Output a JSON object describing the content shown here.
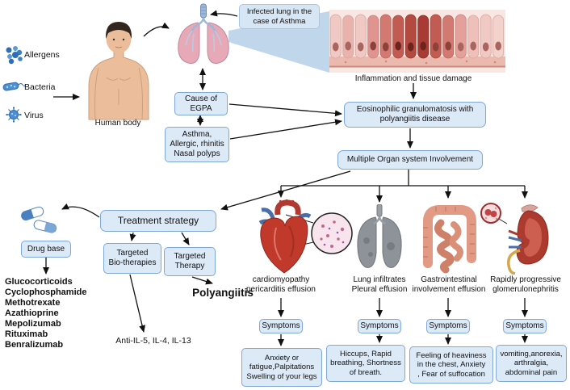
{
  "colors": {
    "box_bg": "#dce9f7",
    "box_border": "#7fa8d9",
    "cone_blue": "#aac8e4",
    "heart_red": "#c0392b",
    "kidney_red": "#ad3a2e",
    "vein_blue": "#4a6fa8"
  },
  "legend": {
    "items": [
      {
        "label": "Allergens",
        "icon": "allergens-icon"
      },
      {
        "label": "Bacteria",
        "icon": "bacteria-icon"
      },
      {
        "label": "Virus",
        "icon": "virus-icon"
      }
    ]
  },
  "top": {
    "human_body_label": "Human body",
    "lung_callout": "Infected lung in the\ncase of Asthma",
    "tissue_caption": "Inflammation and tissue damage"
  },
  "flow": {
    "cause_box": "Cause of\nEGPA",
    "asthma_box": "Asthma,\nAllergic,  rhinitis\nNasal polyps",
    "disease_box": "Eosinophilic granulomatosis with\npolyangiitis disease",
    "organ_box": "Multiple Organ system Involvement"
  },
  "treatment": {
    "strategy_box": "Treatment strategy",
    "drug_base_box": "Drug base",
    "drug_list": [
      "Glucocorticoids",
      "Cyclophosphamide",
      "Methotrexate",
      "Azathioprine",
      "Mepolizumab",
      "Rituximab",
      "Benralizumab"
    ],
    "targeted_bio": "Targeted\nBio-therapies",
    "targeted_therapy": "Targeted\nTherapy",
    "polyangiitis": "Polyangiitis",
    "anti_il": "Anti-IL-5, IL-4, IL-13"
  },
  "organs": [
    {
      "name": "heart",
      "label": "cardiomyopathy\npericarditis effusion",
      "symptoms_label": "Symptoms",
      "symptoms": "Anxiety or\nfatigue,Palpitations\nSwelling of your legs"
    },
    {
      "name": "lungs",
      "label": "Lung infiltrates\nPleural effusion",
      "symptoms_label": "Symptoms",
      "symptoms": "Hiccups, Rapid\nbreathing, Shortness\nof breath."
    },
    {
      "name": "intestine",
      "label": "Gastrointestinal\ninvolvement effusion",
      "symptoms_label": "Symptoms",
      "symptoms": "Feeling of heaviness\nin the chest, Anxiety\n, Fear of suffocation"
    },
    {
      "name": "kidney",
      "label": "Rapidly progressive\nglomerulonephritis",
      "symptoms_label": "Symptoms",
      "symptoms": "vomiting,anorexia,\narthralgia,\nabdominal pain"
    }
  ]
}
